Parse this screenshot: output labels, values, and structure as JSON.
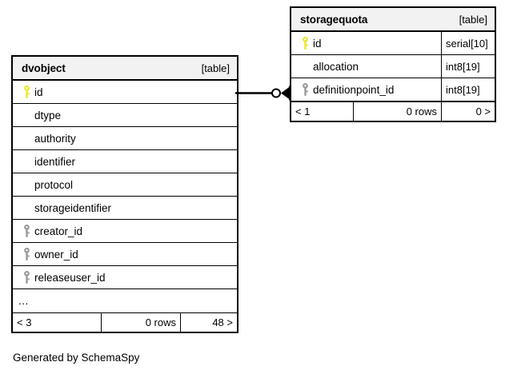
{
  "diagram": {
    "caption": "Generated by SchemaSpy",
    "background": "#ffffff",
    "header_background": "#f2f2f2",
    "border_color": "#000000",
    "primary_key_color": "#e8e82e",
    "foreign_key_color": "#9a9a9a"
  },
  "tables": [
    {
      "name": "dvobject",
      "tag": "[table]",
      "columns": [
        {
          "key": "primary",
          "key_icon": "key-icon-primary",
          "name": "id",
          "type": ""
        },
        {
          "key": "none",
          "key_icon": "",
          "name": "dtype",
          "type": ""
        },
        {
          "key": "none",
          "key_icon": "",
          "name": "authority",
          "type": ""
        },
        {
          "key": "none",
          "key_icon": "",
          "name": "identifier",
          "type": ""
        },
        {
          "key": "none",
          "key_icon": "",
          "name": "protocol",
          "type": ""
        },
        {
          "key": "none",
          "key_icon": "",
          "name": "storageidentifier",
          "type": ""
        },
        {
          "key": "foreign",
          "key_icon": "key-icon-foreign",
          "name": "creator_id",
          "type": ""
        },
        {
          "key": "foreign",
          "key_icon": "key-icon-foreign",
          "name": "owner_id",
          "type": ""
        },
        {
          "key": "foreign",
          "key_icon": "key-icon-foreign",
          "name": "releaseuser_id",
          "type": ""
        },
        {
          "key": "none",
          "key_icon": "",
          "name": "...",
          "type": ""
        }
      ],
      "footer": {
        "left": "< 3",
        "middle": "0 rows",
        "right": "48 >"
      }
    },
    {
      "name": "storagequota",
      "tag": "[table]",
      "columns": [
        {
          "key": "primary",
          "key_icon": "key-icon-primary",
          "name": "id",
          "type": "serial[10]"
        },
        {
          "key": "none",
          "key_icon": "",
          "name": "allocation",
          "type": "int8[19]"
        },
        {
          "key": "foreign",
          "key_icon": "key-icon-foreign",
          "name": "definitionpoint_id",
          "type": "int8[19]"
        }
      ],
      "footer": {
        "left": "< 1",
        "middle": "0 rows",
        "right": "0 >"
      }
    }
  ],
  "relationship": {
    "name": "dvobject-id-to-storagequota",
    "from_table": "dvobject",
    "from_column": "id",
    "to_table": "storagequota",
    "to_column": "definitionpoint_id",
    "source_marker": "circle-zero-or-one",
    "target_marker": "crows-foot-many"
  }
}
